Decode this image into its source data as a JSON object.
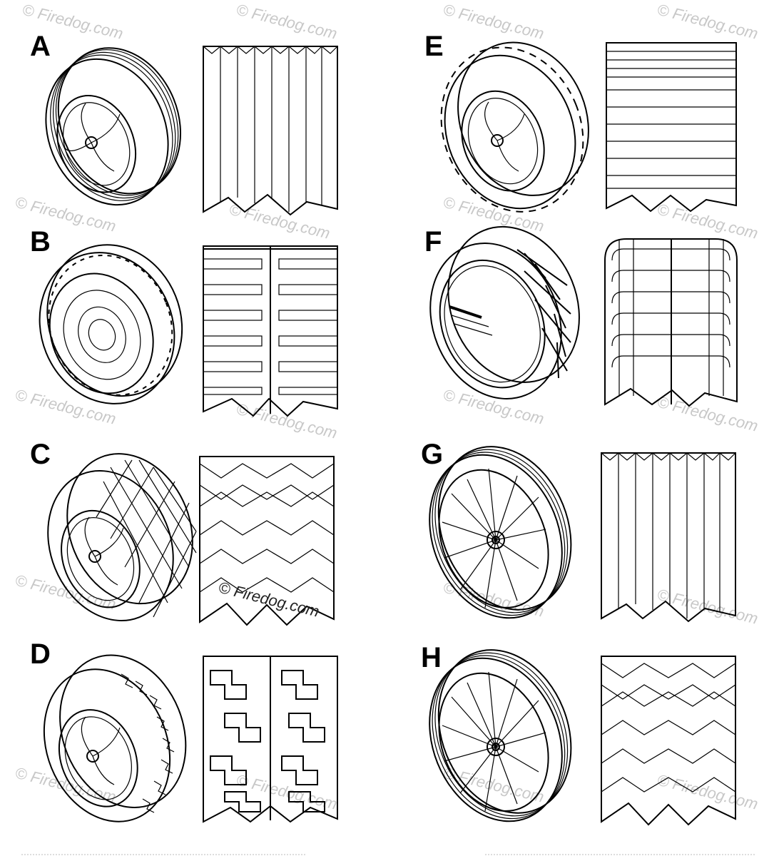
{
  "panels": [
    {
      "letter": "A",
      "wheel": "ribbed",
      "hub": "curved-spoke",
      "tread": "vertical-grooves"
    },
    {
      "letter": "B",
      "wheel": "block",
      "hub": "concentric",
      "tread": "center-rib-bars"
    },
    {
      "letter": "C",
      "wheel": "diamond",
      "hub": "curved-spoke",
      "tread": "chevron"
    },
    {
      "letter": "D",
      "wheel": "offroad",
      "hub": "curved-spoke",
      "tread": "interlock-blocks"
    },
    {
      "letter": "E",
      "wheel": "lug",
      "hub": "curved-spoke",
      "tread": "horizontal-bars"
    },
    {
      "letter": "F",
      "wheel": "grid",
      "hub": "capped",
      "tread": "rounded-ladder"
    },
    {
      "letter": "G",
      "wheel": "ribbed",
      "hub": "wire-spoke",
      "tread": "vertical-grooves"
    },
    {
      "letter": "H",
      "wheel": "ribbed",
      "hub": "wire-spoke",
      "tread": "chevron"
    }
  ],
  "watermark": "© Firedog.com",
  "colors": {
    "ink": "#000000",
    "watermark": "#c8c8c8",
    "background": "#ffffff"
  }
}
